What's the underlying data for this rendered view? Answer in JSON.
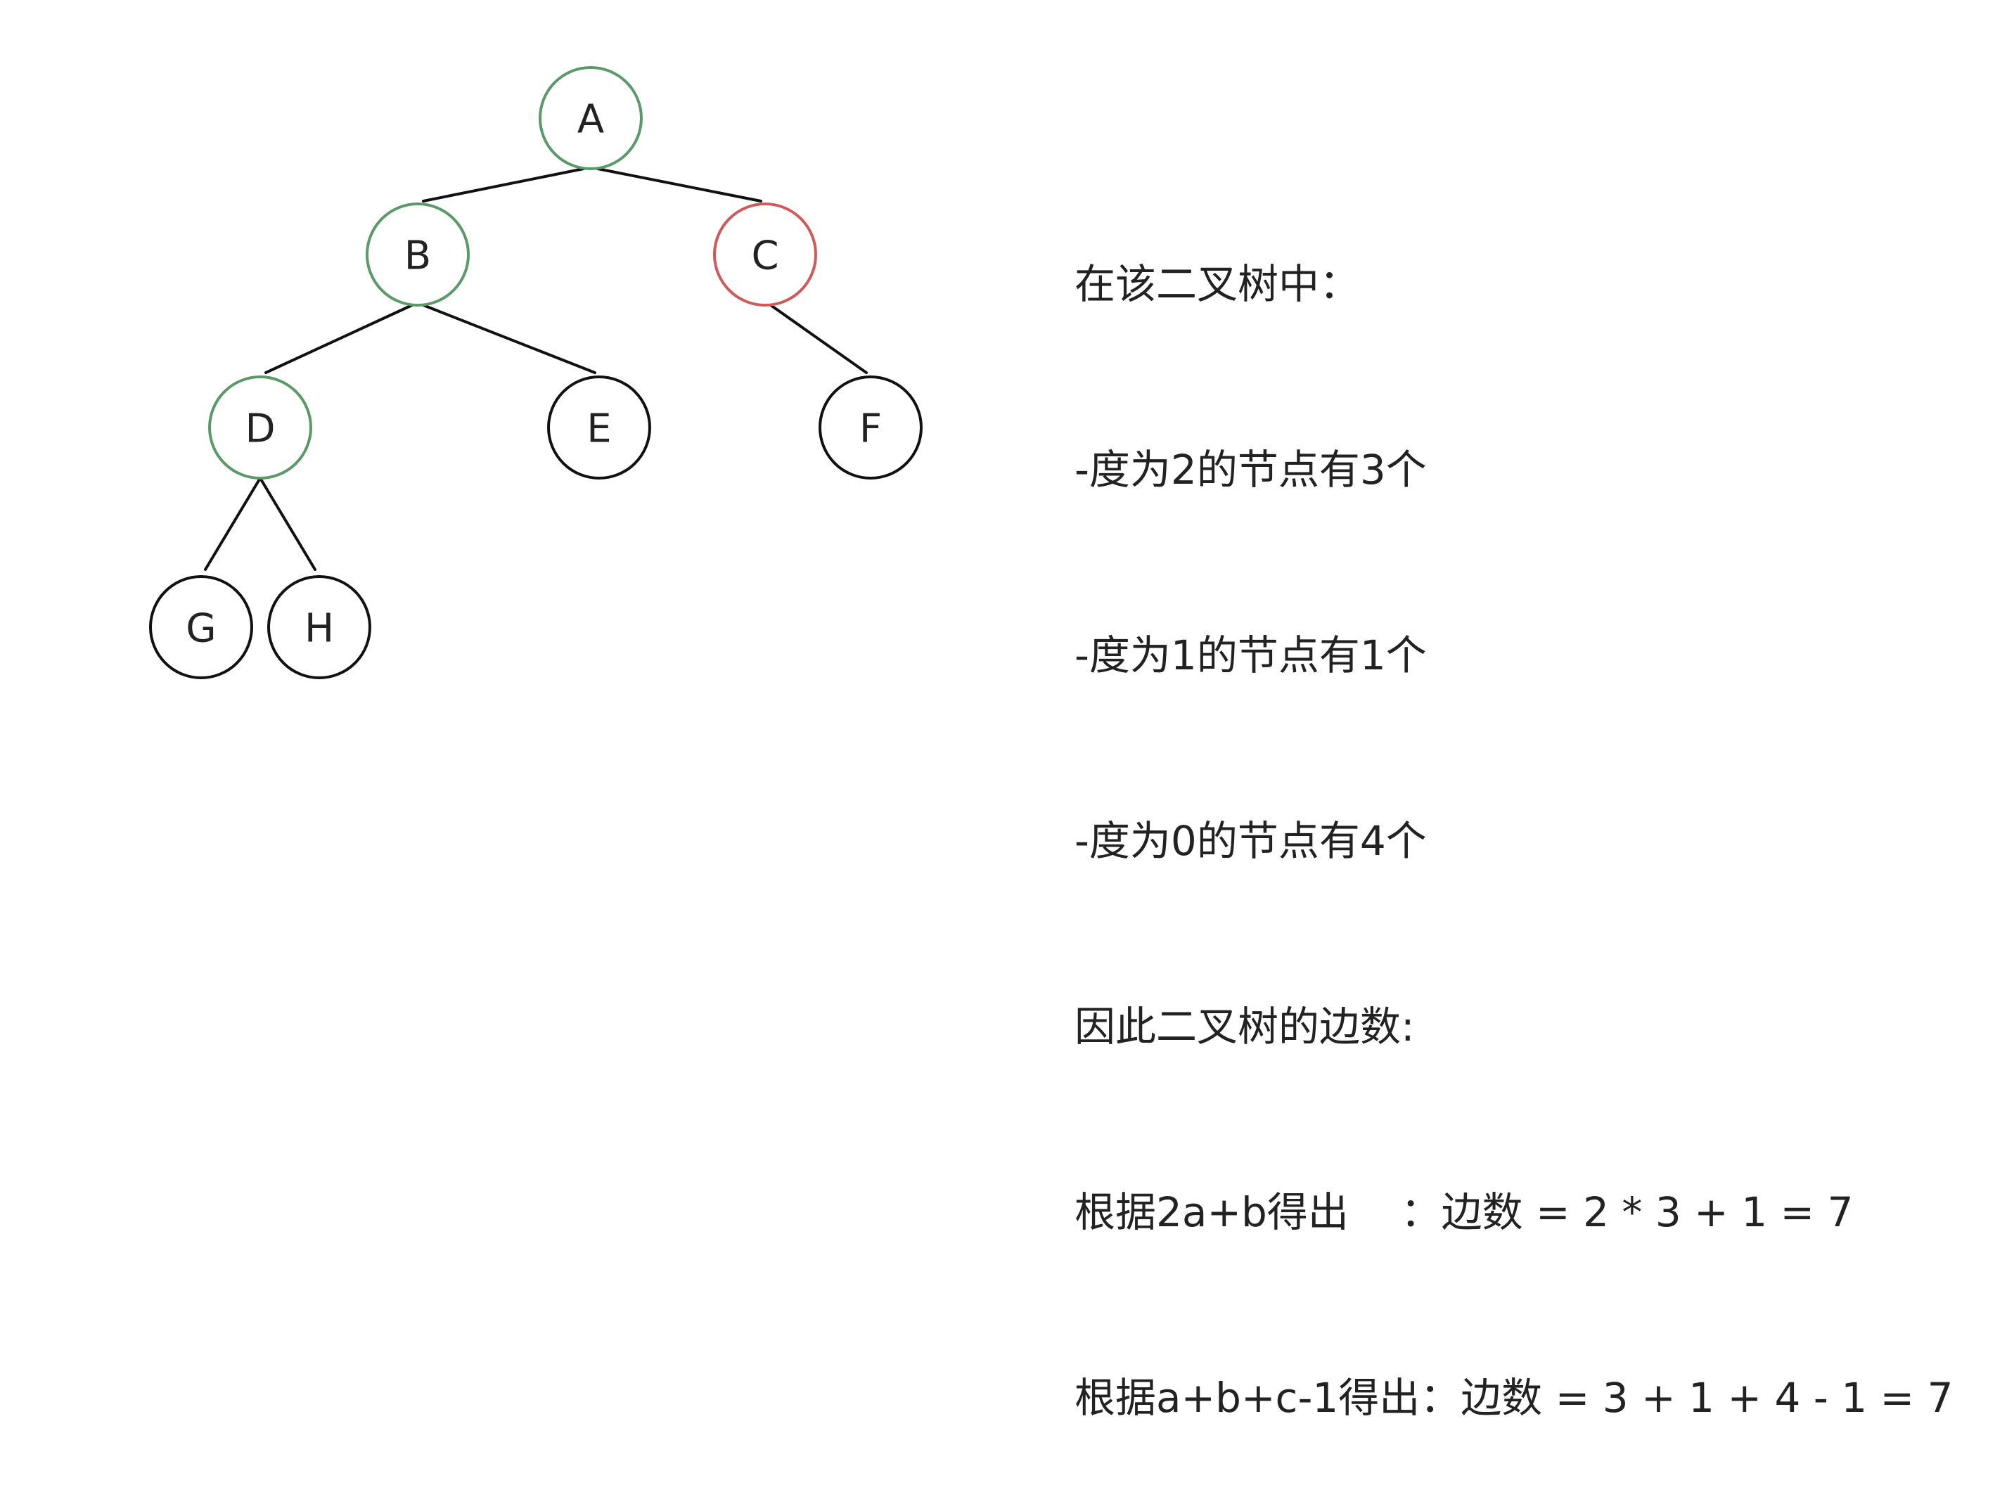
{
  "colors": {
    "default": "#111111",
    "green": "#5a9a68",
    "red": "#cf5a5a",
    "edge": "#111111"
  },
  "tree": {
    "nodes": [
      {
        "id": "A",
        "label": "A",
        "color": "green"
      },
      {
        "id": "B",
        "label": "B",
        "color": "green"
      },
      {
        "id": "C",
        "label": "C",
        "color": "red"
      },
      {
        "id": "D",
        "label": "D",
        "color": "green"
      },
      {
        "id": "E",
        "label": "E",
        "color": "default"
      },
      {
        "id": "F",
        "label": "F",
        "color": "default"
      },
      {
        "id": "G",
        "label": "G",
        "color": "default"
      },
      {
        "id": "H",
        "label": "H",
        "color": "default"
      }
    ],
    "edges": [
      {
        "from": "A",
        "to": "B"
      },
      {
        "from": "A",
        "to": "C"
      },
      {
        "from": "B",
        "to": "D"
      },
      {
        "from": "B",
        "to": "E"
      },
      {
        "from": "C",
        "to": "F"
      },
      {
        "from": "D",
        "to": "G"
      },
      {
        "from": "D",
        "to": "H"
      }
    ]
  },
  "explanation": {
    "lines": [
      "在该二叉树中：",
      "-度为2的节点有3个",
      "-度为1的节点有1个",
      "-度为0的节点有4个",
      "因此二叉树的边数:",
      "根据2a+b得出    ：边数 = 2 * 3 + 1 = 7",
      "根据a+b+c-1得出：边数 = 3 + 1 + 4 - 1 = 7"
    ]
  }
}
